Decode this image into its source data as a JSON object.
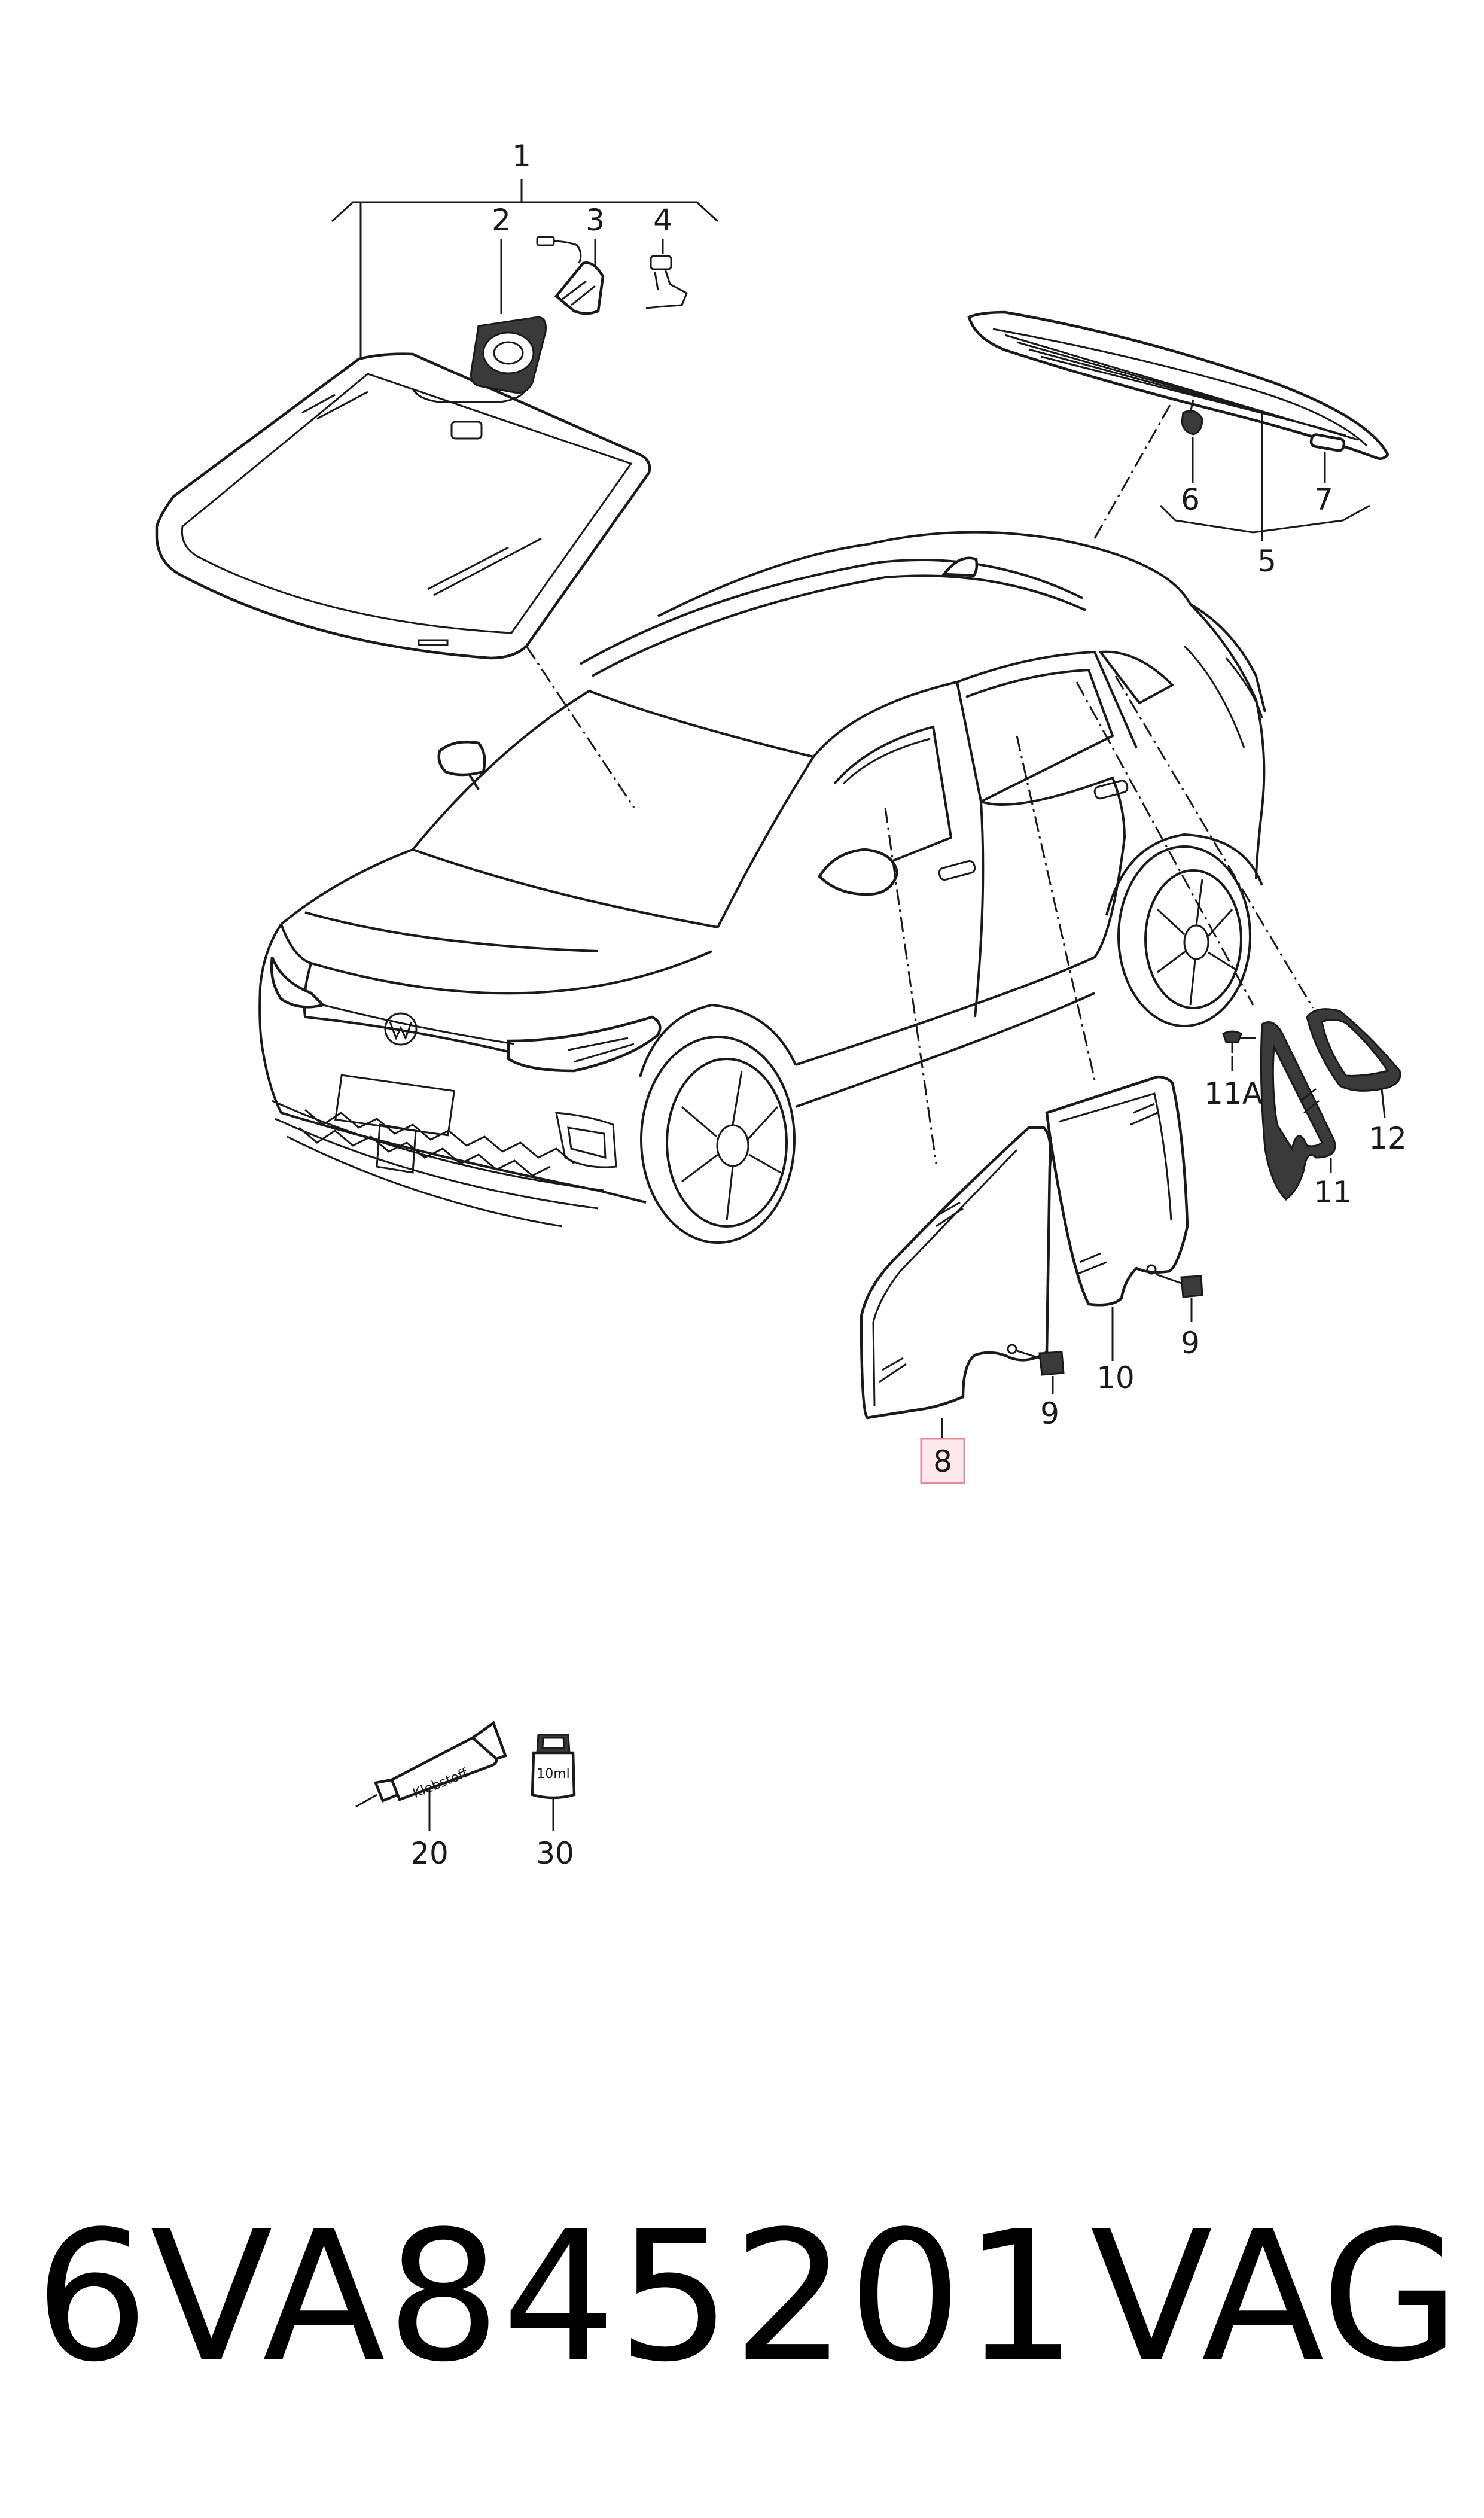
{
  "diagram": {
    "callouts": [
      {
        "id": "1",
        "label": "1"
      },
      {
        "id": "2",
        "label": "2"
      },
      {
        "id": "3",
        "label": "3"
      },
      {
        "id": "4",
        "label": "4"
      },
      {
        "id": "5",
        "label": "5"
      },
      {
        "id": "6",
        "label": "6"
      },
      {
        "id": "7",
        "label": "7"
      },
      {
        "id": "8",
        "label": "8",
        "highlighted": true
      },
      {
        "id": "9a",
        "label": "9"
      },
      {
        "id": "9b",
        "label": "9"
      },
      {
        "id": "10",
        "label": "10"
      },
      {
        "id": "11",
        "label": "11"
      },
      {
        "id": "11A",
        "label": "11A"
      },
      {
        "id": "12",
        "label": "12"
      },
      {
        "id": "20",
        "label": "20"
      },
      {
        "id": "30",
        "label": "30"
      }
    ],
    "tube_text": "Klebstoff",
    "bottle_text": "10ml",
    "highlight_color": "#fde8ea",
    "highlight_border": "#e58a96"
  },
  "footer": {
    "part_number": "6VA845201",
    "brand": "VAG"
  }
}
